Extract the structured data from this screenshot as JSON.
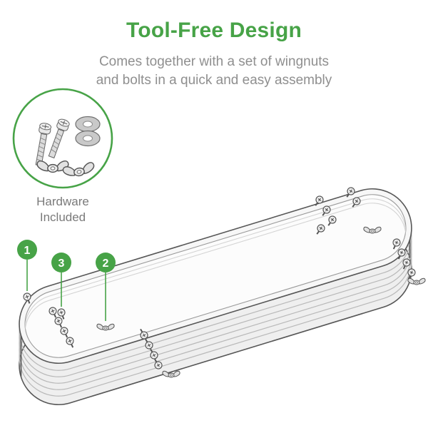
{
  "header": {
    "title": "Tool-Free Design",
    "subtitle_line1": "Comes together with a set of wingnuts",
    "subtitle_line2": "and bolts in a quick and easy assembly"
  },
  "hardware": {
    "label_line1": "Hardware",
    "label_line2": "Included"
  },
  "callouts": [
    {
      "number": "1"
    },
    {
      "number": "3"
    },
    {
      "number": "2"
    }
  ],
  "colors": {
    "accent_green": "#47A347",
    "subtitle_gray": "#8f8f8f",
    "label_gray": "#7a7a7a",
    "outline_dark": "#565656",
    "panel_fill": "#efefef"
  }
}
